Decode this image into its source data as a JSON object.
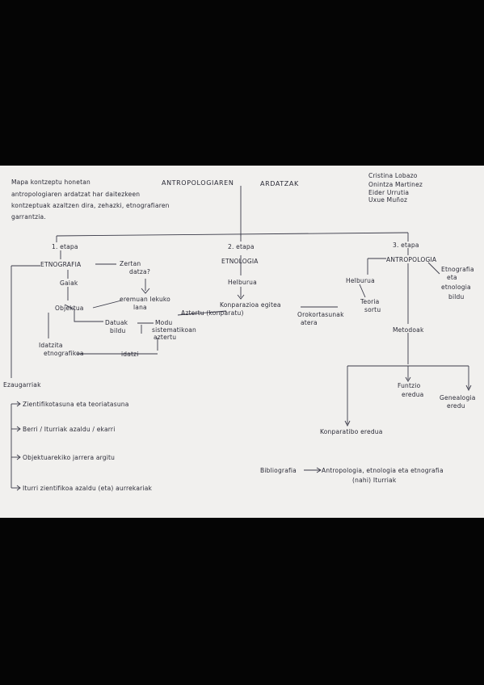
{
  "intro": [
    "Mapa kontzeptu honetan",
    "antropologiaren ardatzat har daitezkeen",
    "kontzeptuak azaltzen dira, zehazki, etnografiaren",
    "garrantzia."
  ],
  "title_left": "ANTROPOLOGIAREN",
  "title_right": "ARDATZAK",
  "authors": [
    "Cristina Lobazo",
    "Onintza Martinez",
    "Eider Urrutia",
    "Uxue Muñoz"
  ],
  "stage1": {
    "label": "1. etapa",
    "concept": "ETNOGRAFIA",
    "question": [
      "Zertan",
      "datza?"
    ],
    "answer": [
      "eremuan lekuko",
      "lana"
    ],
    "gaiak": "Gaiak",
    "objektua": "Objektua",
    "datuak": [
      "Datuak",
      "bildu"
    ],
    "modu": [
      "Modu",
      "sistematikoan",
      "aztertu"
    ],
    "idatzi": [
      "Idatzita",
      "etnografikoa"
    ],
    "idatzi_link": "idatzi"
  },
  "stage2": {
    "label": "2. etapa",
    "concept": "ETNOLOGIA",
    "helburua": "Helburua",
    "result": "Konparazioa egitea",
    "aztertu": "Aztertu (konparatu)"
  },
  "stage3": {
    "label": "3. etapa",
    "concept": "ANTROPOLOGIA",
    "side": [
      "Etnografia",
      "eta",
      "etnologia",
      "bildu"
    ],
    "helburua": "Helburua",
    "teoria": [
      "Teoria",
      "sortu"
    ],
    "orokor": [
      "Orokortasunak",
      "atera"
    ],
    "metodoak": "Metodoak",
    "funtzio": [
      "Funtzio",
      "eredua"
    ],
    "genealogi": [
      "Genealogia",
      "eredu"
    ],
    "konpar": "Konparatibo eredua"
  },
  "ezaugarriak": {
    "label": "Ezaugarriak",
    "items": [
      "Zientifikotasuna eta teoriatasuna",
      "Berri / Iturriak azaldu / ekarri",
      "Objektuarekiko jarrera argitu",
      "Iturri zientifikoa azaldu (eta) aurrekariak"
    ]
  },
  "biblio": {
    "label": "Bibliografia",
    "text": "Antropologia, etnologia eta etnografia",
    "text2": "(nahi) Iturriak"
  }
}
